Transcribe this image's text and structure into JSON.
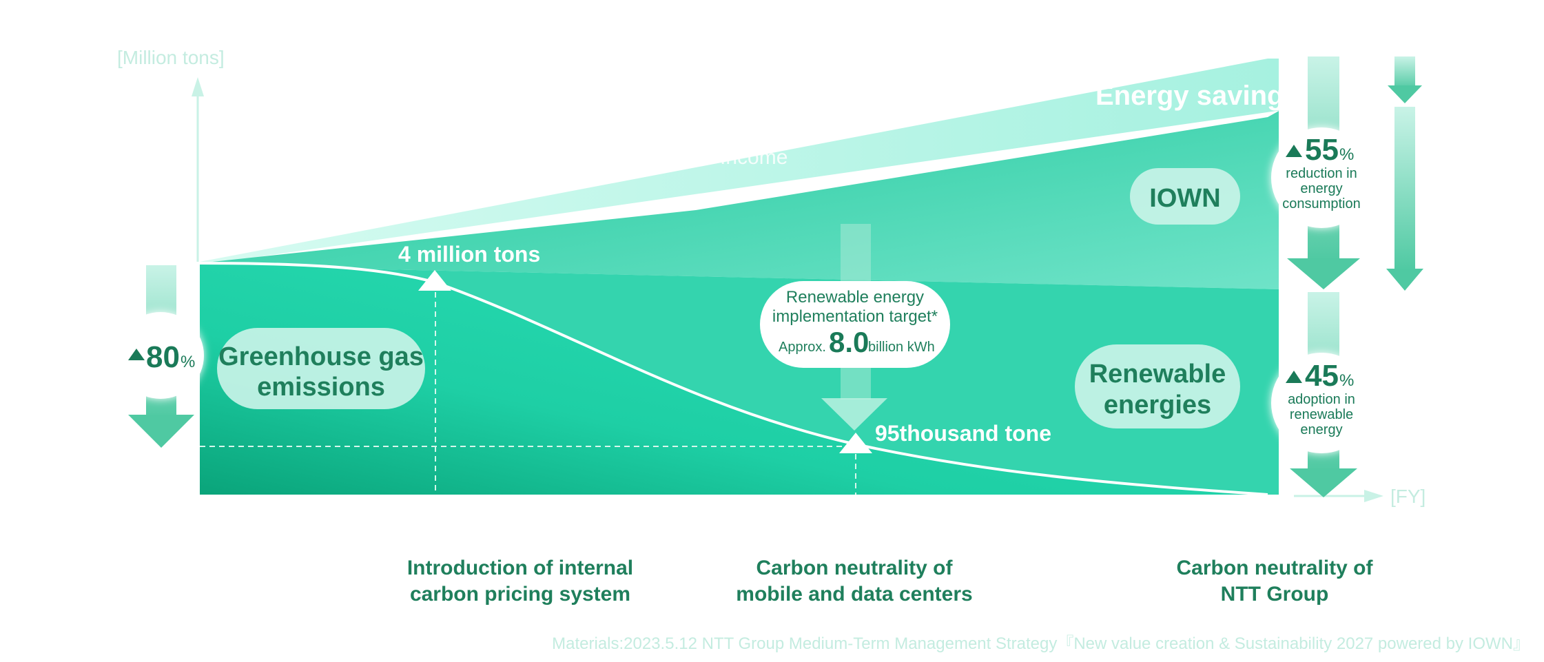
{
  "chart_data": {
    "type": "area",
    "title": "",
    "ylabel": "[Million tons]",
    "xlabel": "[FY]",
    "series": [
      {
        "name": "Greenhouse gas emissions",
        "values": [
          4.5,
          4.0,
          0.095,
          0
        ]
      }
    ],
    "labels": {
      "energy_saving": "Energy saving",
      "income": "Income",
      "ghg": [
        "Greenhouse gas",
        "emissions"
      ],
      "iown": "IOWN",
      "renewables": [
        "Renewable",
        "energies"
      ],
      "point1": "4 million tons",
      "point2": "95thousand tone"
    },
    "badges": {
      "ghg": {
        "value": "80",
        "unit": "%"
      },
      "energy": {
        "value": "55",
        "unit": "%",
        "lines": [
          "reduction in",
          "energy",
          "consumption"
        ]
      },
      "renewable": {
        "value": "45",
        "unit": "%",
        "lines": [
          "adoption in",
          "renewable",
          "energy"
        ]
      }
    },
    "renewable_target": {
      "lines": [
        "Renewable energy",
        "implementation target*"
      ],
      "prefix": "Approx.",
      "value": "8.0",
      "suffix": "billion kWh"
    },
    "milestones": [
      [
        "Introduction of internal",
        "carbon pricing system"
      ],
      [
        "Carbon neutrality of",
        "mobile and data centers"
      ],
      [
        "Carbon neutrality of",
        "NTT Group"
      ]
    ],
    "grid": false
  },
  "source": "Materials:2023.5.12 NTT Group Medium-Term Management Strategy『New value creation & Sustainability 2027 powered by IOWN』",
  "colors": {
    "dark_green": "#1a7a58",
    "emissions_fill": "#1fcfa5",
    "energy_band": "#b8f5e8",
    "iown_band": "#5fe0c4",
    "label_green": "#1f7f5c"
  }
}
